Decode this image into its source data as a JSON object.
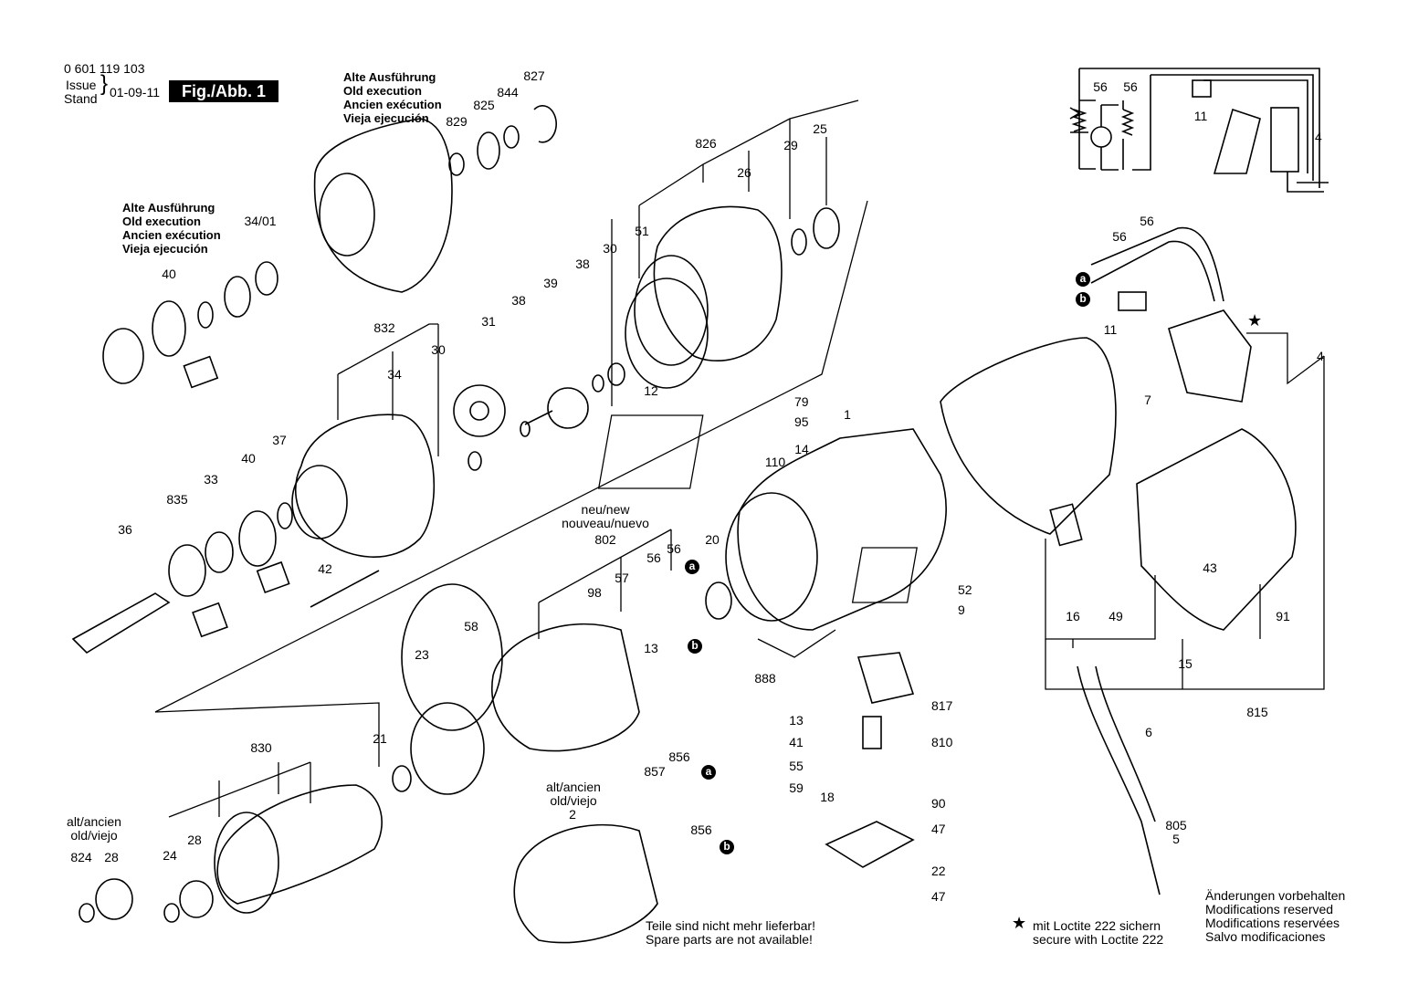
{
  "header": {
    "part_number": "0 601 119 103",
    "issue_label": "Issue",
    "stand_label": "Stand",
    "date": "01-09-11",
    "figure": "Fig./Abb. 1"
  },
  "old_execution_a": [
    "Alte Ausführung",
    "Old execution",
    "Ancien exécution",
    "Vieja ejecución"
  ],
  "old_execution_b": [
    "Alte Ausführung",
    "Old execution",
    "Ancien exécution",
    "Vieja ejecución"
  ],
  "new_label": [
    "neu/new",
    "nouveau/nuevo"
  ],
  "alt_label_a": [
    "alt/ancien",
    "old/viejo"
  ],
  "alt_label_b": [
    "alt/ancien",
    "old/viejo"
  ],
  "spare_note": [
    "Teile sind nicht mehr lieferbar!",
    "Spare parts are not available!"
  ],
  "loctite_note": [
    "mit Loctite 222 sichern",
    "secure with Loctite 222"
  ],
  "star_symbol": "★",
  "changes_note": [
    "Änderungen vorbehalten",
    "Modifications reserved",
    "Modifications reservées",
    "Salvo modificaciones"
  ],
  "connector_a": "a",
  "connector_b": "b",
  "part_numbers": {
    "p827": "827",
    "p844": "844",
    "p825": "825",
    "p829": "829",
    "p826": "826",
    "p26": "26",
    "p29": "29",
    "p25": "25",
    "p30a": "30",
    "p51": "51",
    "p38a": "38",
    "p39": "39",
    "p38b": "38",
    "p31": "31",
    "p30b": "30",
    "p832": "832",
    "p34": "34",
    "p12": "12",
    "p3401": "34/01",
    "p40a": "40",
    "p37": "37",
    "p40b": "40",
    "p33": "33",
    "p835": "835",
    "p36": "36",
    "p42": "42",
    "p79": "79",
    "p95": "95",
    "p14": "14",
    "p110": "110",
    "p1": "1",
    "p20": "20",
    "p52": "52",
    "p9": "9",
    "p888": "888",
    "p802": "802",
    "p56a": "56",
    "p56b": "56",
    "p98": "98",
    "p57": "57",
    "p13a": "13",
    "p58": "58",
    "p23": "23",
    "p21": "21",
    "p830": "830",
    "p24": "24",
    "p28": "28",
    "p824": "824",
    "p28b": "28",
    "p856a": "856",
    "p857": "857",
    "p2": "2",
    "p856b": "856",
    "p13b": "13",
    "p41": "41",
    "p55": "55",
    "p59": "59",
    "p18": "18",
    "p817": "817",
    "p810": "810",
    "p90": "90",
    "p47a": "47",
    "p22": "22",
    "p47b": "47",
    "p56c": "56",
    "p56d": "56",
    "p11a": "11",
    "p4a": "4",
    "p56e": "56",
    "p56f": "56",
    "p11b": "11",
    "p4b": "4",
    "p7": "7",
    "p16": "16",
    "p49": "49",
    "p43": "43",
    "p91": "91",
    "p15": "15",
    "p815": "815",
    "p6": "6",
    "p805": "805",
    "p5": "5"
  }
}
